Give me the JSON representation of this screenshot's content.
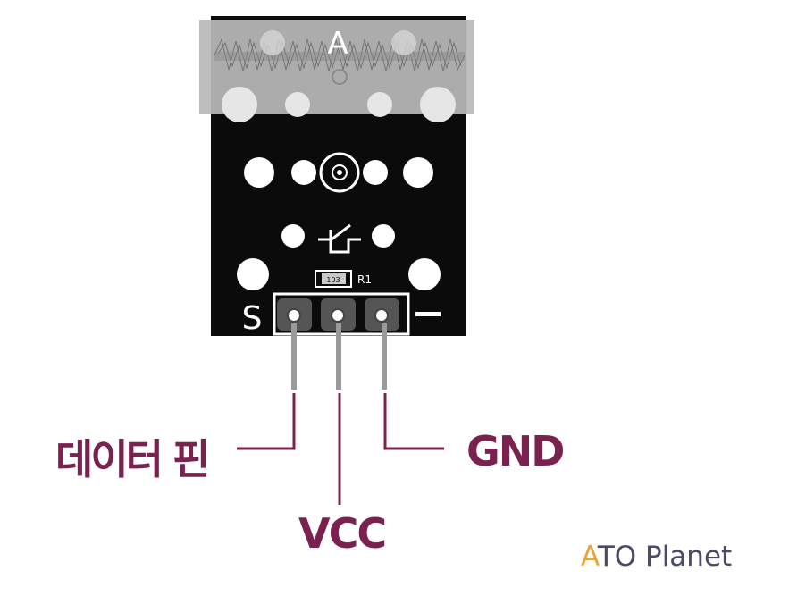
{
  "module": {
    "side_labels": {
      "left": "S",
      "right": "−"
    },
    "resistor": {
      "value": "103",
      "ref": "R1"
    },
    "top_marking": "A",
    "board_color": "#0b0b0b",
    "hole_color": "#ffffff",
    "pin_color": "#9a9a9a"
  },
  "pins": [
    {
      "label": "데이터 핀"
    },
    {
      "label": "VCC"
    },
    {
      "label": "GND"
    }
  ],
  "label_color": "#7b2150",
  "logo": {
    "accent": "A",
    "text": "TO Planet",
    "accent_color": "#e8a33c",
    "text_color": "#4a4a68"
  }
}
